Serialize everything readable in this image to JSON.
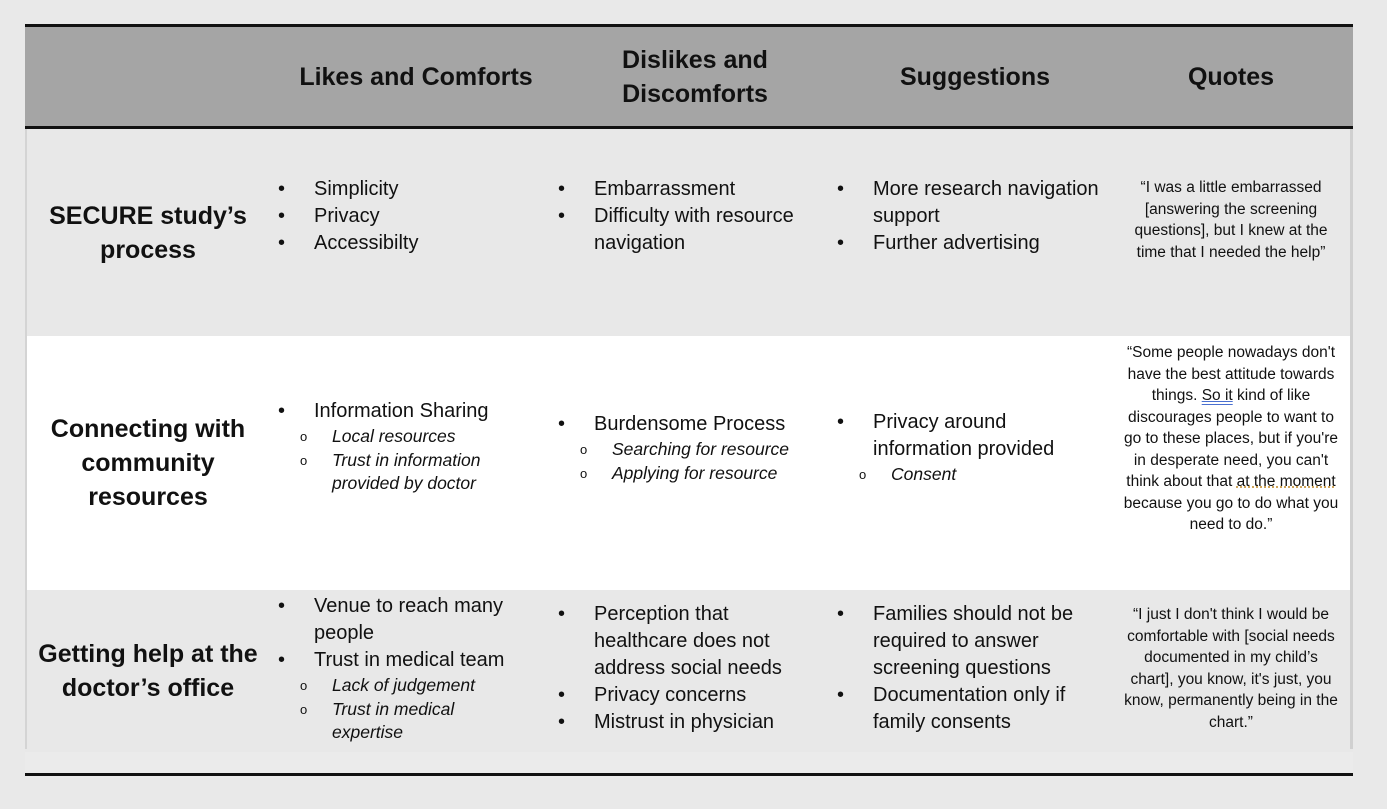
{
  "header": {
    "col1": "Likes and Comforts",
    "col2_line1": "Dislikes and",
    "col2_line2": "Discomforts",
    "col3": "Suggestions",
    "col4": "Quotes"
  },
  "rows": [
    {
      "title_line1": "SECURE study’s",
      "title_line2": "process",
      "likes": [
        "Simplicity",
        "Privacy",
        "Accessibilty"
      ],
      "dislikes": [
        "Embarrassment",
        "Difficulty with resource navigation"
      ],
      "suggestions": [
        "More research navigation support",
        "Further advertising"
      ],
      "quote": "“I was a little embarrassed [answering the screening questions], but I knew at the time that I needed the help”"
    },
    {
      "title_line1": "Connecting with",
      "title_line2": "community",
      "title_line3": "resources",
      "likes": [
        "Information Sharing"
      ],
      "likes_sub": [
        "Local resources",
        "Trust in information provided by doctor"
      ],
      "dislikes": [
        "Burdensome Process"
      ],
      "dislikes_sub": [
        "Searching for resource",
        "Applying for resource"
      ],
      "suggestions": [
        "Privacy around information provided"
      ],
      "suggestions_sub": [
        "Consent"
      ],
      "quote_part1": "“Some people nowadays don't have the best attitude towards things. ",
      "quote_part2": "So it",
      "quote_part3": " kind of like discourages people to want to go to these places, but if you're in desperate need, you can't think about that ",
      "quote_part4": "at the moment",
      "quote_part5": " because you go to do what you need to do.”"
    },
    {
      "title_line1": "Getting help at the",
      "title_line2": "doctor’s office",
      "likes": [
        "Venue to reach many people",
        "Trust in medical team"
      ],
      "likes_sub": [
        "Lack of judgement",
        "Trust in medical expertise"
      ],
      "dislikes": [
        "Perception that healthcare does not address social needs",
        "Privacy concerns",
        "Mistrust in physician"
      ],
      "suggestions": [
        "Families should not be required to answer screening questions",
        "Documentation only if family consents"
      ],
      "quote": "“I just I don't think I would be comfortable with [social needs documented in my child’s chart], you know, it's just, you know, permanently being in the chart.”"
    }
  ]
}
